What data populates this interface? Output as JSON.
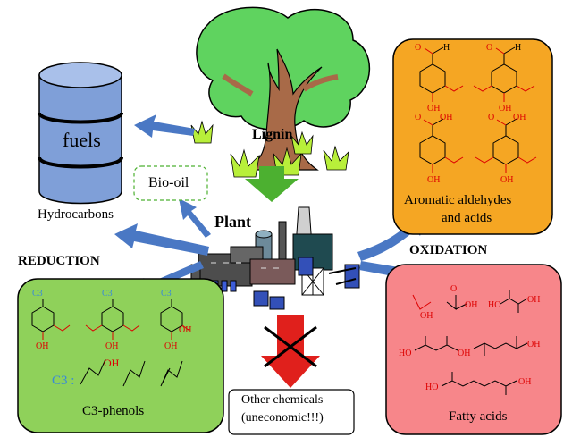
{
  "center": {
    "lignin": "Lignin",
    "plant": "Plant"
  },
  "left": {
    "fuels": "fuels",
    "bio_oil": "Bio-oil",
    "hydrocarbons": "Hydrocarbons",
    "reduction": "REDUCTION",
    "c3_tag": "C3",
    "c3_prefix": "C3 :",
    "oh": "OH",
    "c3_phenols": "C3-phenols"
  },
  "right": {
    "aromatic_line1": "Aromatic aldehydes",
    "aromatic_line2": "and acids",
    "oxidation": "OXIDATION",
    "fatty_acids": "Fatty acids",
    "h": "H",
    "o": "O",
    "oh": "OH",
    "ho": "HO"
  },
  "bottom": {
    "other_line1": "Other chemicals",
    "other_line2": "(uneconomic!!!)"
  },
  "colors": {
    "aromatic_box": "#f5a623",
    "fatty_box": "#f7868a",
    "phenol_box": "#8fd15a",
    "barrel": "#7f9fd8",
    "arrow_blue": "#4a78c4",
    "arrow_green": "#4cb030",
    "arrow_red": "#e0201c",
    "tree_leaf": "#5fd35f",
    "tree_trunk": "#a86a48",
    "grass": "#b8ef3a"
  }
}
